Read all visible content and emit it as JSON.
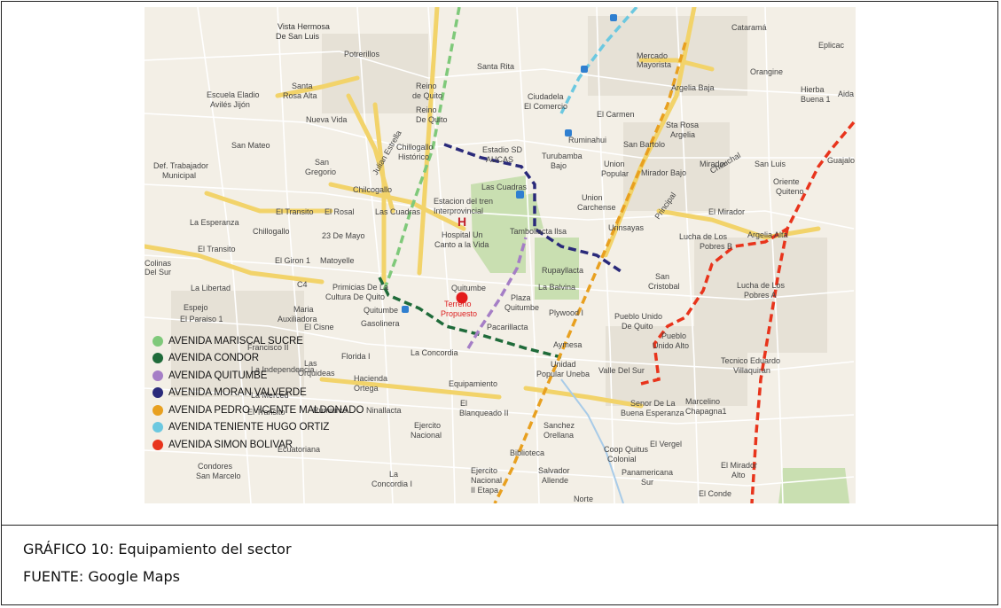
{
  "caption": {
    "title": "GRÁFICO 10: Equipamiento del sector",
    "source": "FUENTE:  Google Maps"
  },
  "legend": [
    {
      "label": "AVENIDA MARISCAL SUCRE",
      "color": "#7fc97a"
    },
    {
      "label": "AVENIDA CONDOR",
      "color": "#1f6b3a"
    },
    {
      "label": "AVENIDA QUITUMBE",
      "color": "#a57ec6"
    },
    {
      "label": "AVENIDA MORAN VALVERDE",
      "color": "#2a2a7a"
    },
    {
      "label": "AVENIDA PEDRO VICENTE MALDONADO",
      "color": "#e8a020"
    },
    {
      "label": "AVENIDA TENIENTE HUGO ORTIZ",
      "color": "#6cc8e0"
    },
    {
      "label": "AVENIDA SIMON BOLIVAR",
      "color": "#e8341c"
    }
  ],
  "map": {
    "place_labels": [
      "Vista Hermosa",
      "De San Luis",
      "Potrerillos",
      "Santa Rita",
      "Mercado",
      "Mayorista",
      "Orangine",
      "Eplicac",
      "Hierba",
      "Buena 1",
      "Aida",
      "Reino",
      "de Quito",
      "Reino",
      "De Quito",
      "Ciudadela",
      "El Comercio",
      "El Carmen",
      "Argelia Baja",
      "Sta Rosa",
      "Argelia",
      "Escuela Eladio",
      "Avilés Jijón",
      "Santa",
      "Rosa Alta",
      "Nueva Vida",
      "San Mateo",
      "Ruminahui",
      "San Bartolo",
      "Chillogallo",
      "Histórico",
      "Estadio SD",
      "AUCAS",
      "Turubamba",
      "Bajo",
      "Union",
      "Popular",
      "Mirador Bajo",
      "Mirador",
      "San Luis",
      "Oriente",
      "Quiteno",
      "Guajalo",
      "Def. Trabajador",
      "Municipal",
      "San",
      "Gregorio",
      "Chilcogallo",
      "Las Cuadras",
      "Estacion del tren",
      "Interprovincial",
      "Union",
      "Carchense",
      "El Mirador",
      "El Transito",
      "El Rosal",
      "Las Cuadras",
      "La Esperanza",
      "Chillogallo",
      "Hospital Un",
      "Canto a la Vida",
      "Tambollacta",
      "Ilsa",
      "Urinsayas",
      "Lucha de Los",
      "Pobres B",
      "Argelia Alta",
      "23 De Mayo",
      "El Transito",
      "El Giron 1",
      "Matoyelle",
      "Colinas",
      "Del Sur",
      "Rupayllacta",
      "San",
      "Cristobal",
      "La Libertad",
      "Primicias De La",
      "Cultura De Quito",
      "Quitumbe",
      "La Balvina",
      "Lucha de Los",
      "Pobres A",
      "Espejo",
      "Maria",
      "Auxiliadora",
      "Terreno",
      "Propuesto",
      "Plaza",
      "Quitumbe",
      "Plywood I",
      "El Paraiso 1",
      "Quitumbe",
      "El Cisne",
      "Gasolinera",
      "Pueblo Unido",
      "De Quito",
      "Pacarillacta",
      "Pueblo",
      "Unido Alto",
      "Francisco II",
      "Florida I",
      "La Concordia",
      "Aymesa",
      "Las",
      "Orquideas",
      "Unidad",
      "Popular Uneba",
      "Valle Del Sur",
      "Tecnico Eduardo",
      "Villaquiran",
      "La Independencia",
      "Hacienda",
      "Ortega",
      "Equipamiento",
      "La Merced",
      "El Transito",
      "Rumiurco",
      "Ninallacta",
      "El",
      "Blanqueado II",
      "Senor De La",
      "Buena Esperanza",
      "Marcelino",
      "Chapagna1",
      "Ejercito",
      "Nacional",
      "Sanchez",
      "Orellana",
      "Ecuatoriana",
      "El Vergel",
      "Biblioteca",
      "Coop Quitus",
      "Colonial",
      "Condores",
      "San Marcelo",
      "La",
      "Concordia I",
      "Ejercito",
      "Nacional",
      "II Etapa",
      "Salvador",
      "Allende",
      "Panamericana",
      "Sur",
      "El Mirador",
      "Alto",
      "El Conde",
      "Norte",
      "Cataramá",
      "Julian Estrella",
      "Principal",
      "Cheuchal",
      "C4"
    ],
    "colors": {
      "background": "#f3efe6",
      "road_major": "#f2d36a",
      "road_minor": "#ffffff",
      "green_area": "#c9dfb1",
      "water": "#a8cbe8"
    }
  }
}
